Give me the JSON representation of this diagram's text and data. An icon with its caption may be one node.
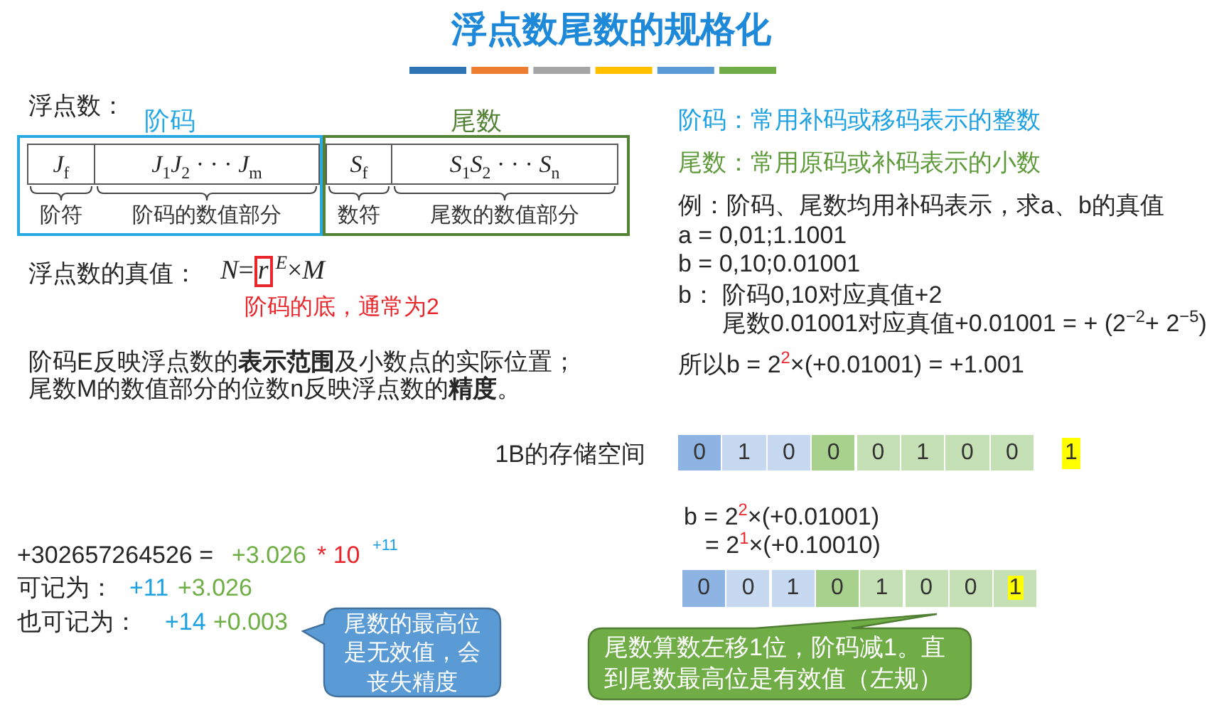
{
  "diagram": {
    "title": "浮点数尾数的规格化",
    "nodes": [
      {
        "text": [
          "阶码"
        ]
      },
      {
        "text": [
          "*J*$_{f}$"
        ],
        "in": 0,
        "beside": [
          "阶符"
        ]
      },
      {
        "text": [
          "*J*$_{1}$*J*$_{2}$ · · · *J*$_{m}$"
        ],
        "in": 0,
        "beside": [
          "阶码的数值部分"
        ]
      },
      {
        "text": [
          "尾数"
        ]
      },
      {
        "text": [
          "*S*$_{f}$"
        ],
        "in": 3,
        "beside": [
          "数符"
        ]
      },
      {
        "text": [
          "*S*$_{1}$*S*$_{2}$ · · · *S*$_{n}$"
        ],
        "in": 3,
        "beside": [
          "尾数的数值部分"
        ]
      },
      {
        "text": [
          "0"
        ]
      },
      {
        "text": [
          "1"
        ]
      },
      {
        "text": [
          "0"
        ]
      },
      {
        "text": [
          "0"
        ]
      },
      {
        "text": [
          "0"
        ]
      },
      {
        "text": [
          "1"
        ]
      },
      {
        "text": [
          "0"
        ]
      },
      {
        "text": [
          "0"
        ]
      },
      {
        "text": [
          "1"
        ]
      },
      {
        "text": [
          "0"
        ]
      },
      {
        "text": [
          "0"
        ]
      },
      {
        "text": [
          "1"
        ]
      },
      {
        "text": [
          "0"
        ]
      },
      {
        "text": [
          "1"
        ]
      },
      {
        "text": [
          "0"
        ]
      },
      {
        "text": [
          "0"
        ]
      },
      {
        "text": [
          "1"
        ]
      },
      {
        "text": [
          "尾数的最高位是无效值，会丧失精度"
        ]
      },
      {
        "text": [
          "尾数算数左移1位，阶码减1。直到尾数最高位是有效值（左规）"
        ]
      }
    ],
    "labels": [
      "浮点数：",
      "阶码：常用补码或移码表示的整数",
      "尾数：常用原码或补码表示的小数",
      "例：阶码、尾数均用补码表示，求a、b的真值",
      "a = 0,01;1.1001",
      "浮点数的真值：",
      "*N*=*r*$^{E}$×*M*",
      "b = 0,10;0.01001",
      "阶码的底，通常为2",
      "b： 阶码0,10对应真值+2",
      "尾数0.01001对应真值+0.01001 = + (2$^{−2}$+ 2$^{−5}$)",
      "阶码E反映浮点数的**表示范围**及小数点的实际位置；",
      "所以b = 2$^{2}$×(+0.01001) = +1.001",
      "尾数M的数值部分的位数n反映浮点数的**精度**。",
      "1B的存储空间",
      "b = 2$^{2}$×(+0.01001)",
      "+302657264526 =",
      "+3.026",
      "* 10",
      "+11",
      "= 2$^{1}$×(+0.10010)",
      "可记为：",
      "+11",
      "+3.026",
      "也可记为：",
      "+14",
      "+0.003"
    ]
  }
}
